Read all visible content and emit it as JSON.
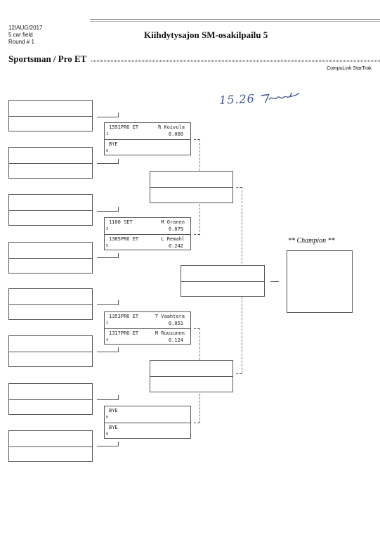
{
  "header": {
    "date": "12/AUG/2017",
    "field": "5 car field",
    "round": "Round # 1",
    "title": "Kiihdytysajon SM-osakilpailu 5",
    "class_name": "Sportsman / Pro ET",
    "system": "CompuLink StarTrak"
  },
  "handwritten_note": "15.26 ",
  "champion_label": "** Champion **",
  "matches": [
    {
      "top": {
        "entry": "1591PRO ET",
        "racer": "R Koivula",
        "et": "0.000",
        "lane": "1"
      },
      "bottom": {
        "entry": "BYE",
        "racer": "",
        "et": "",
        "lane": "0"
      }
    },
    {
      "top": {
        "entry": "1100   SET",
        "racer": "M Oranen",
        "et": "0.079",
        "lane": "3"
      },
      "bottom": {
        "entry": "1385PRO ET",
        "racer": "L Remahl",
        "et": "0.242",
        "lane": "5"
      }
    },
    {
      "top": {
        "entry": "1353PRO ET",
        "racer": "T Vaahtera",
        "et": "0.051",
        "lane": "2"
      },
      "bottom": {
        "entry": "1317PRO ET",
        "racer": "M Ruusunen",
        "et": "0.124",
        "lane": "4"
      }
    },
    {
      "top": {
        "entry": "BYE",
        "racer": "",
        "et": "",
        "lane": "0"
      },
      "bottom": {
        "entry": "BYE",
        "racer": "",
        "et": "",
        "lane": "0"
      }
    }
  ]
}
